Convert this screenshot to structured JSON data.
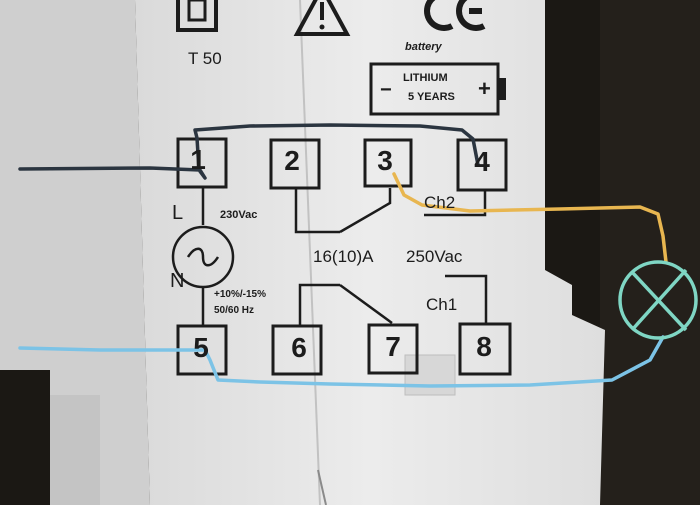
{
  "panel": {
    "device_code": "T 50",
    "ce_mark": "CE",
    "battery_caption": "battery",
    "battery_line1": "LITHIUM",
    "battery_line2": "5 YEARS",
    "battery_minus": "−",
    "battery_plus": "+",
    "live_mark": "L",
    "neutral_mark": "N",
    "supply_voltage": "230Vac",
    "tolerance": "+10%/-15%",
    "frequency": "50/60 Hz",
    "contact_rating": "16(10)A",
    "contact_voltage": "250Vac",
    "channel_2": "Ch2",
    "channel_1": "Ch1",
    "terminals": [
      "1",
      "2",
      "3",
      "4",
      "5",
      "6",
      "7",
      "8"
    ]
  },
  "colors": {
    "panel": "#e6e6e6",
    "ink": "#1c1c1c",
    "wire_live": "#2b3540",
    "wire_switched": "#e8b650",
    "wire_neutral": "#7cc3e6",
    "lamp_symbol": "#7fd6c4"
  }
}
